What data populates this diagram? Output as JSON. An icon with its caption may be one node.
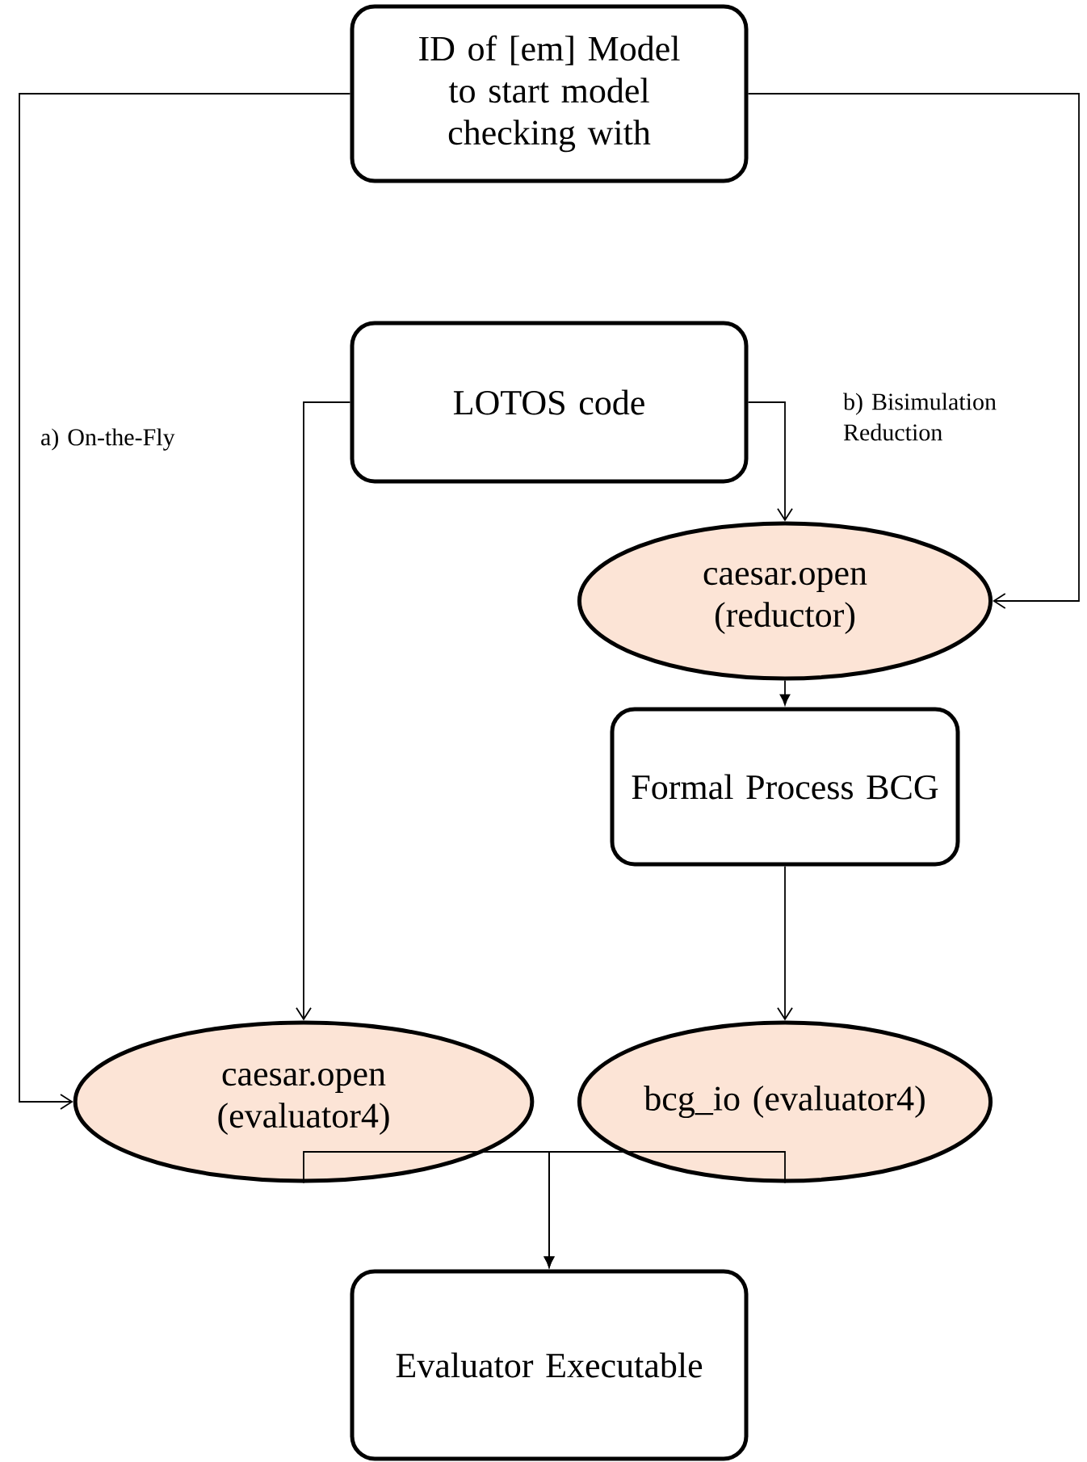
{
  "diagram": {
    "nodes": [
      {
        "text": [
          "ID of [em] Model to start model checking with"
        ]
      },
      {
        "text": [
          "LOTOS code"
        ]
      },
      {
        "text": [
          "caesar.open (reductor)"
        ]
      },
      {
        "text": [
          "Formal Process BCG"
        ]
      },
      {
        "text": [
          "caesar.open (evaluator4)"
        ]
      },
      {
        "text": [
          "bcg_io (evaluator4)"
        ]
      },
      {
        "text": [
          "Evaluator Executable"
        ]
      }
    ],
    "edges": [
      {
        "from": 0,
        "to": 4,
        "arrow": "to",
        "label": "a) On-the-Fly"
      },
      {
        "from": 0,
        "to": 2,
        "arrow": "to",
        "label": "b) Bisimulation Reduction"
      },
      {
        "from": 1,
        "to": 4,
        "arrow": "to"
      },
      {
        "from": 1,
        "to": 2,
        "arrow": "to"
      },
      {
        "from": 2,
        "to": 3,
        "arrow": "to"
      },
      {
        "from": 3,
        "to": 5,
        "arrow": "to"
      },
      {
        "from": 4,
        "to": 6,
        "arrow": "to"
      },
      {
        "from": 5,
        "to": 6,
        "arrow": "to"
      }
    ]
  }
}
